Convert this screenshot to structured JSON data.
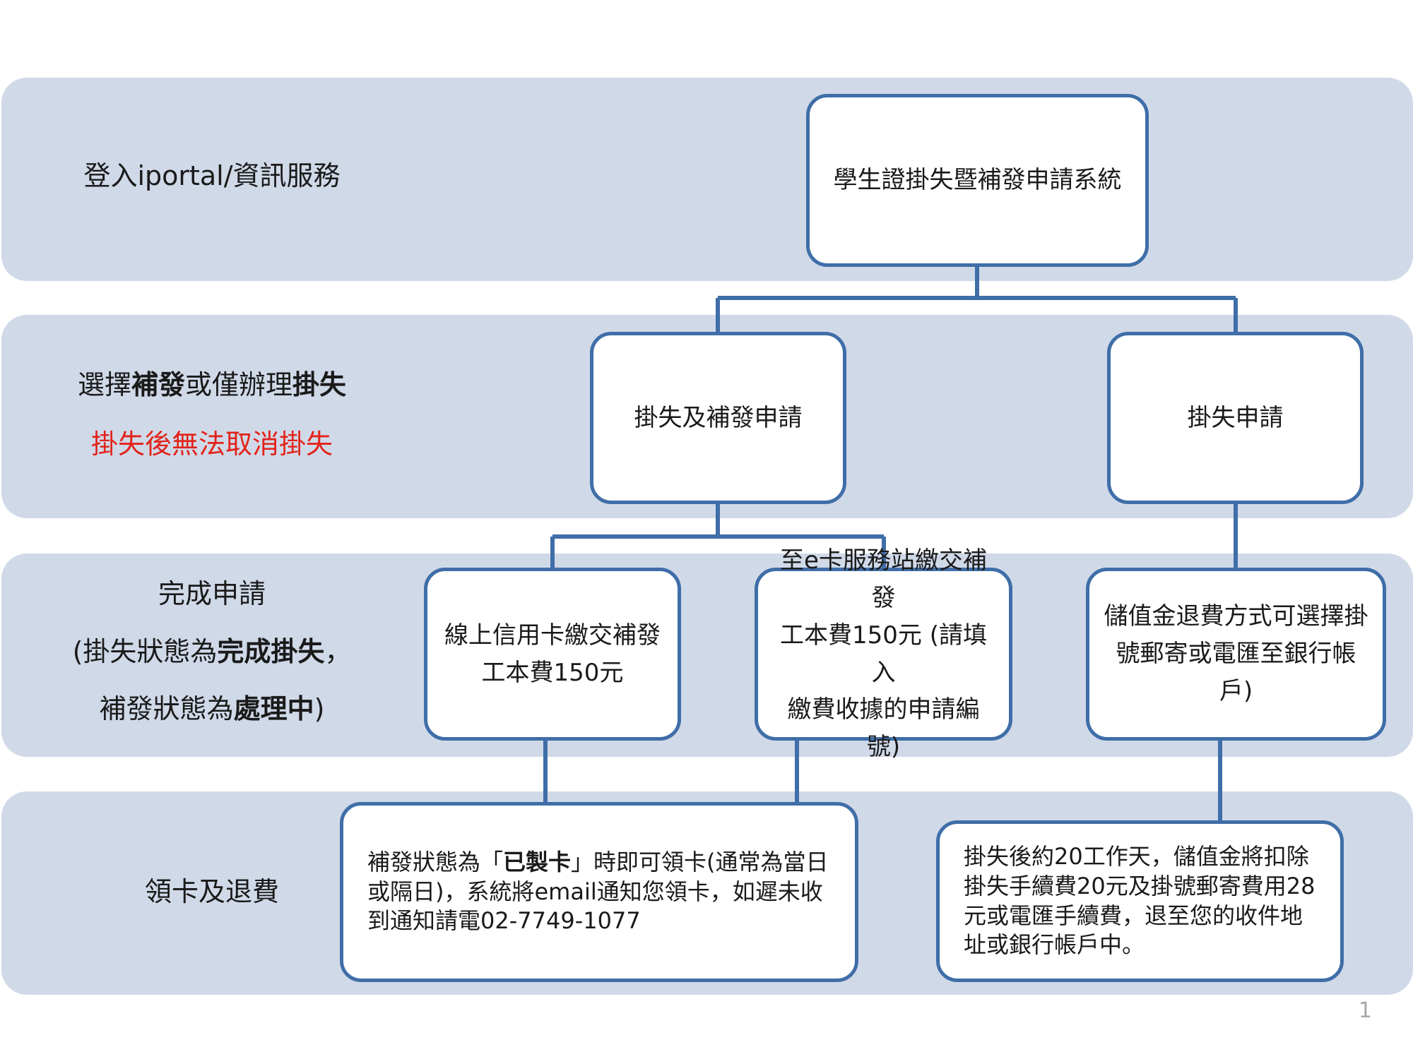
{
  "stages": {
    "login": "登入iportal/資訊服務",
    "choose": {
      "p1": "選擇",
      "b1": "補發",
      "p2": "或僅辦理",
      "b2": "掛失",
      "warning": "掛失後無法取消掛失"
    },
    "complete": {
      "line1": "完成申請",
      "line2_pre": "(掛失狀態為",
      "line2_bold": "完成掛失",
      "line2_post": "，",
      "line3_pre": "補發狀態為",
      "line3_bold": "處理中",
      "line3_post": ")"
    },
    "pickup": "領卡及退費"
  },
  "boxes": {
    "system": "學生證掛失暨補發申請系統",
    "lost_and_reissue": "掛失及補發申請",
    "lost_only": "掛失申請",
    "online_pay": {
      "line1": "線上信用卡繳交補發",
      "line2": "工本費150元"
    },
    "ecard_pay": {
      "line1": "至e卡服務站繳交補發",
      "line2": "工本費150元 (請填入",
      "line3": "繳費收據的申請編號)"
    },
    "refund_method": {
      "line1": "儲值金退費方式可選擇掛",
      "line2": "號郵寄或電匯至銀行帳戶)"
    },
    "pickup_notice": {
      "pre": "補發狀態為「",
      "bold": "已製卡",
      "post": "」時即可領卡(通常為當日或隔日)，系統將email通知您領卡，如遲未收到通知請電02-7749-1077"
    },
    "refund_notice": "掛失後約20工作天，儲值金將扣除掛失手續費20元及掛號郵寄費用28元或電匯手續費，退至您的收件地址或銀行帳戶中。"
  },
  "page_number": "1",
  "colors": {
    "band": "#d0d9e8",
    "box_border": "#3f6ea8",
    "warning_text": "#e2231a"
  }
}
